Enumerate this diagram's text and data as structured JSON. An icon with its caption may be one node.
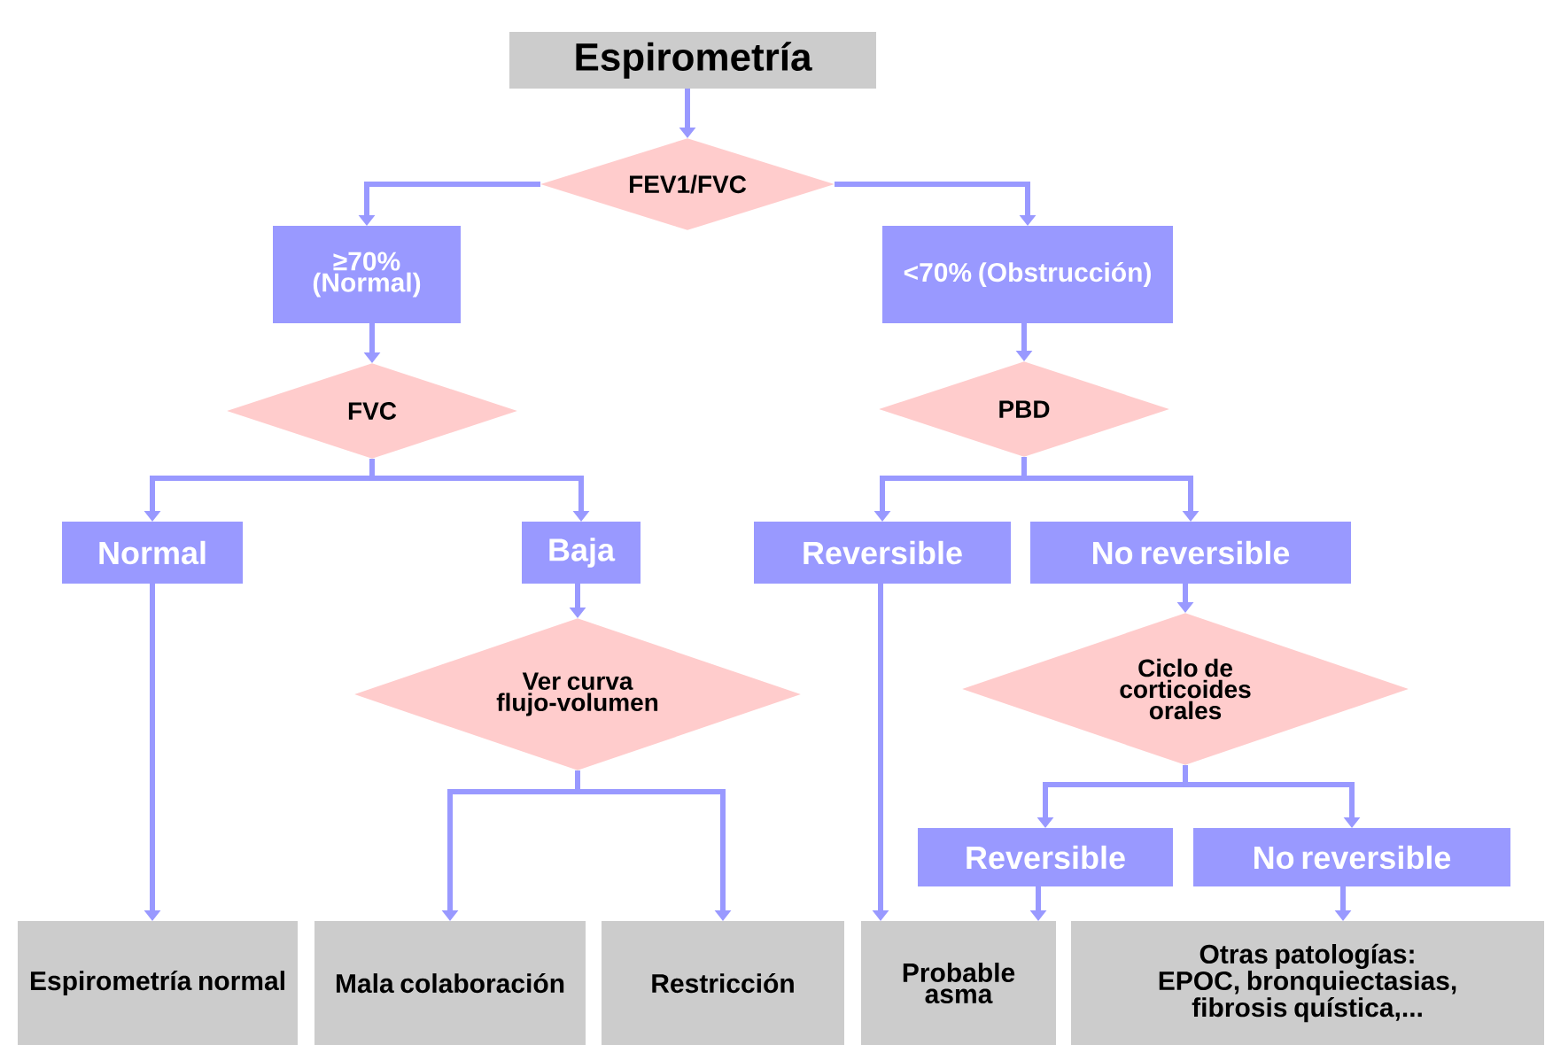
{
  "diagram": {
    "nodes": [
      {
        "text": [
          "Espirometría"
        ]
      },
      {
        "text": [
          "FEV1/FVC"
        ]
      },
      {
        "text": [
          "≥70% (Normal)"
        ]
      },
      {
        "text": [
          "<70% (Obstrucción)"
        ]
      },
      {
        "text": [
          "FVC"
        ]
      },
      {
        "text": [
          "PBD"
        ]
      },
      {
        "text": [
          "Normal"
        ]
      },
      {
        "text": [
          "Baja"
        ]
      },
      {
        "text": [
          "Reversible"
        ]
      },
      {
        "text": [
          "No reversible"
        ]
      },
      {
        "text": [
          "Ver curva flujo-volumen"
        ]
      },
      {
        "text": [
          "Ciclo de corticoides orales"
        ]
      },
      {
        "text": [
          "Reversible"
        ]
      },
      {
        "text": [
          "No reversible"
        ]
      },
      {
        "text": [
          "Espirometría normal"
        ]
      },
      {
        "text": [
          "Mala colaboración"
        ]
      },
      {
        "text": [
          "Restricción"
        ]
      },
      {
        "text": [
          "Probable asma"
        ]
      },
      {
        "text": [
          "Otras patologías: EPOC, bronquiectasias, fibrosis quística,..."
        ]
      }
    ],
    "edges": [
      {
        "from": 0,
        "to": 1,
        "arrow": "to"
      },
      {
        "from": 1,
        "to": 2,
        "arrow": "to"
      },
      {
        "from": 1,
        "to": 3,
        "arrow": "to"
      },
      {
        "from": 2,
        "to": 4,
        "arrow": "to"
      },
      {
        "from": 3,
        "to": 5,
        "arrow": "to"
      },
      {
        "from": 4,
        "to": 6,
        "arrow": "to"
      },
      {
        "from": 4,
        "to": 7,
        "arrow": "to"
      },
      {
        "from": 5,
        "to": 8,
        "arrow": "to"
      },
      {
        "from": 5,
        "to": 9,
        "arrow": "to"
      },
      {
        "from": 6,
        "to": 14,
        "arrow": "to"
      },
      {
        "from": 7,
        "to": 10,
        "arrow": "to"
      },
      {
        "from": 10,
        "to": 15,
        "arrow": "to"
      },
      {
        "from": 10,
        "to": 16,
        "arrow": "to"
      },
      {
        "from": 8,
        "to": 17,
        "arrow": "to"
      },
      {
        "from": 9,
        "to": 11,
        "arrow": "to"
      },
      {
        "from": 11,
        "to": 12,
        "arrow": "to"
      },
      {
        "from": 11,
        "to": 13,
        "arrow": "to"
      },
      {
        "from": 12,
        "to": 17,
        "arrow": "to"
      },
      {
        "from": 13,
        "to": 18,
        "arrow": "to"
      }
    ]
  }
}
